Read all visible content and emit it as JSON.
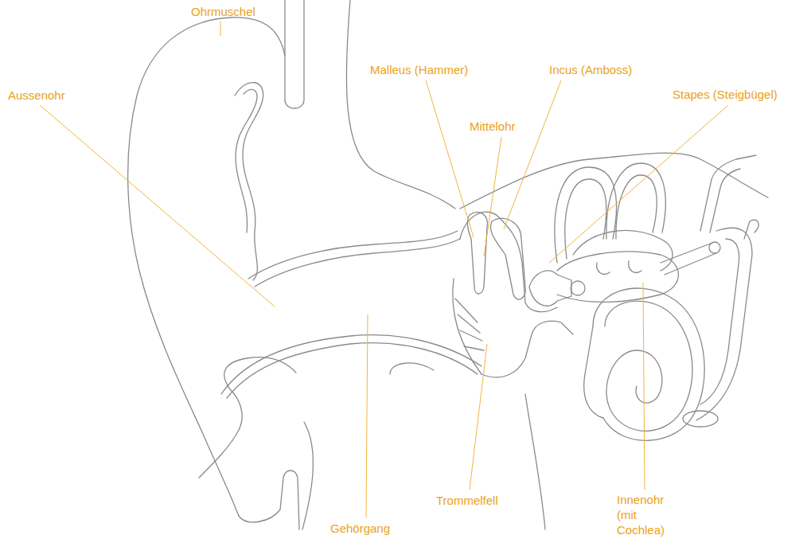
{
  "diagram": {
    "labels": [
      "Ohrmuschel",
      "Aussenohr",
      "Malleus (Hammer)",
      "Incus (Amboss)",
      "Mittelohr",
      "Stapes (Steigbügel)",
      "Trommelfell",
      "Gehörgang",
      "Innenohr (mit Cochlea)"
    ]
  }
}
